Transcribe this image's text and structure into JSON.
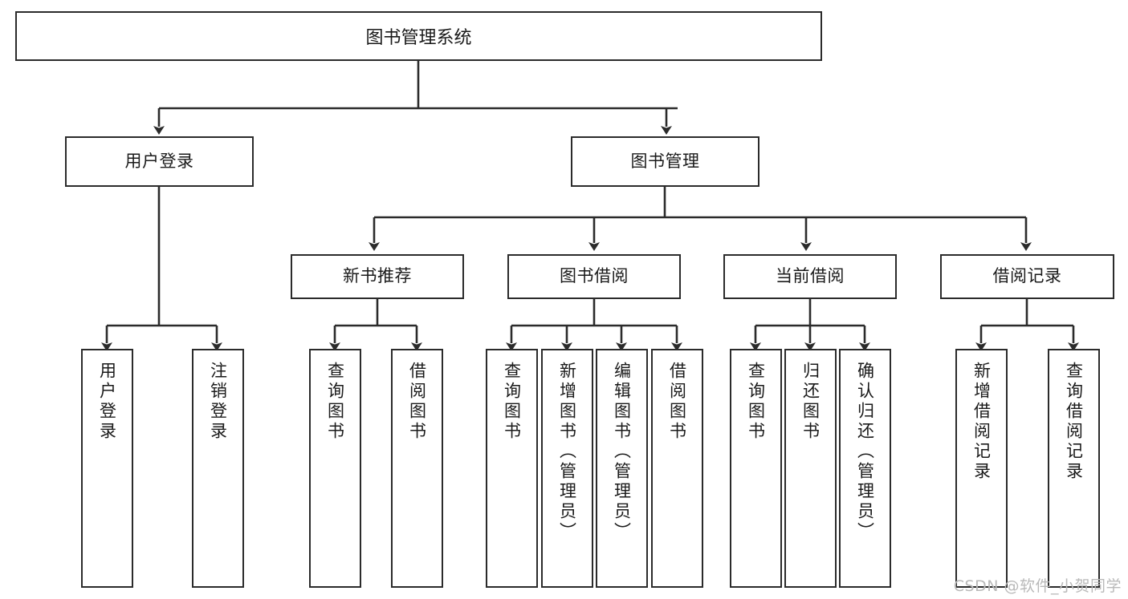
{
  "diagram": {
    "title": "图书管理系统",
    "type": "tree-hierarchy",
    "orientation": "top-down",
    "colors": {
      "box_border": "#2b2b2b",
      "box_fill": "#ffffff",
      "edge": "#2b2b2b",
      "text": "#1a1a1a",
      "watermark": "#b9b9b9",
      "background": "#ffffff"
    }
  },
  "nodes": {
    "root": {
      "label": "图书管理系统",
      "level": 1
    },
    "level2": [
      {
        "id": "user-login",
        "label": "用户登录"
      },
      {
        "id": "book-management",
        "label": "图书管理"
      }
    ],
    "level3": [
      {
        "id": "new-book-recommend",
        "label": "新书推荐"
      },
      {
        "id": "book-borrow",
        "label": "图书借阅"
      },
      {
        "id": "current-borrow",
        "label": "当前借阅"
      },
      {
        "id": "borrow-record",
        "label": "借阅记录"
      }
    ],
    "leaves": {
      "user-login": [
        {
          "id": "leaf-user-login",
          "label": "用户登录"
        },
        {
          "id": "leaf-logout-login",
          "label": "注销登录"
        }
      ],
      "new-book-recommend": [
        {
          "id": "leaf-query-book-1",
          "label": "查询图书"
        },
        {
          "id": "leaf-borrow-book-1",
          "label": "借阅图书"
        }
      ],
      "book-borrow": [
        {
          "id": "leaf-query-book-2",
          "label": "查询图书"
        },
        {
          "id": "leaf-add-book",
          "label": "新增图书（管理员）"
        },
        {
          "id": "leaf-edit-book",
          "label": "编辑图书（管理员）"
        },
        {
          "id": "leaf-borrow-book-2",
          "label": "借阅图书"
        }
      ],
      "current-borrow": [
        {
          "id": "leaf-query-book-3",
          "label": "查询图书"
        },
        {
          "id": "leaf-return-book",
          "label": "归还图书"
        },
        {
          "id": "leaf-confirm-return",
          "label": "确认归还（管理员）"
        }
      ],
      "borrow-record": [
        {
          "id": "leaf-add-record",
          "label": "新增借阅记录"
        },
        {
          "id": "leaf-query-record",
          "label": "查询借阅记录"
        }
      ]
    }
  },
  "watermark": {
    "text": "CSDN @软件_小贺同学"
  }
}
